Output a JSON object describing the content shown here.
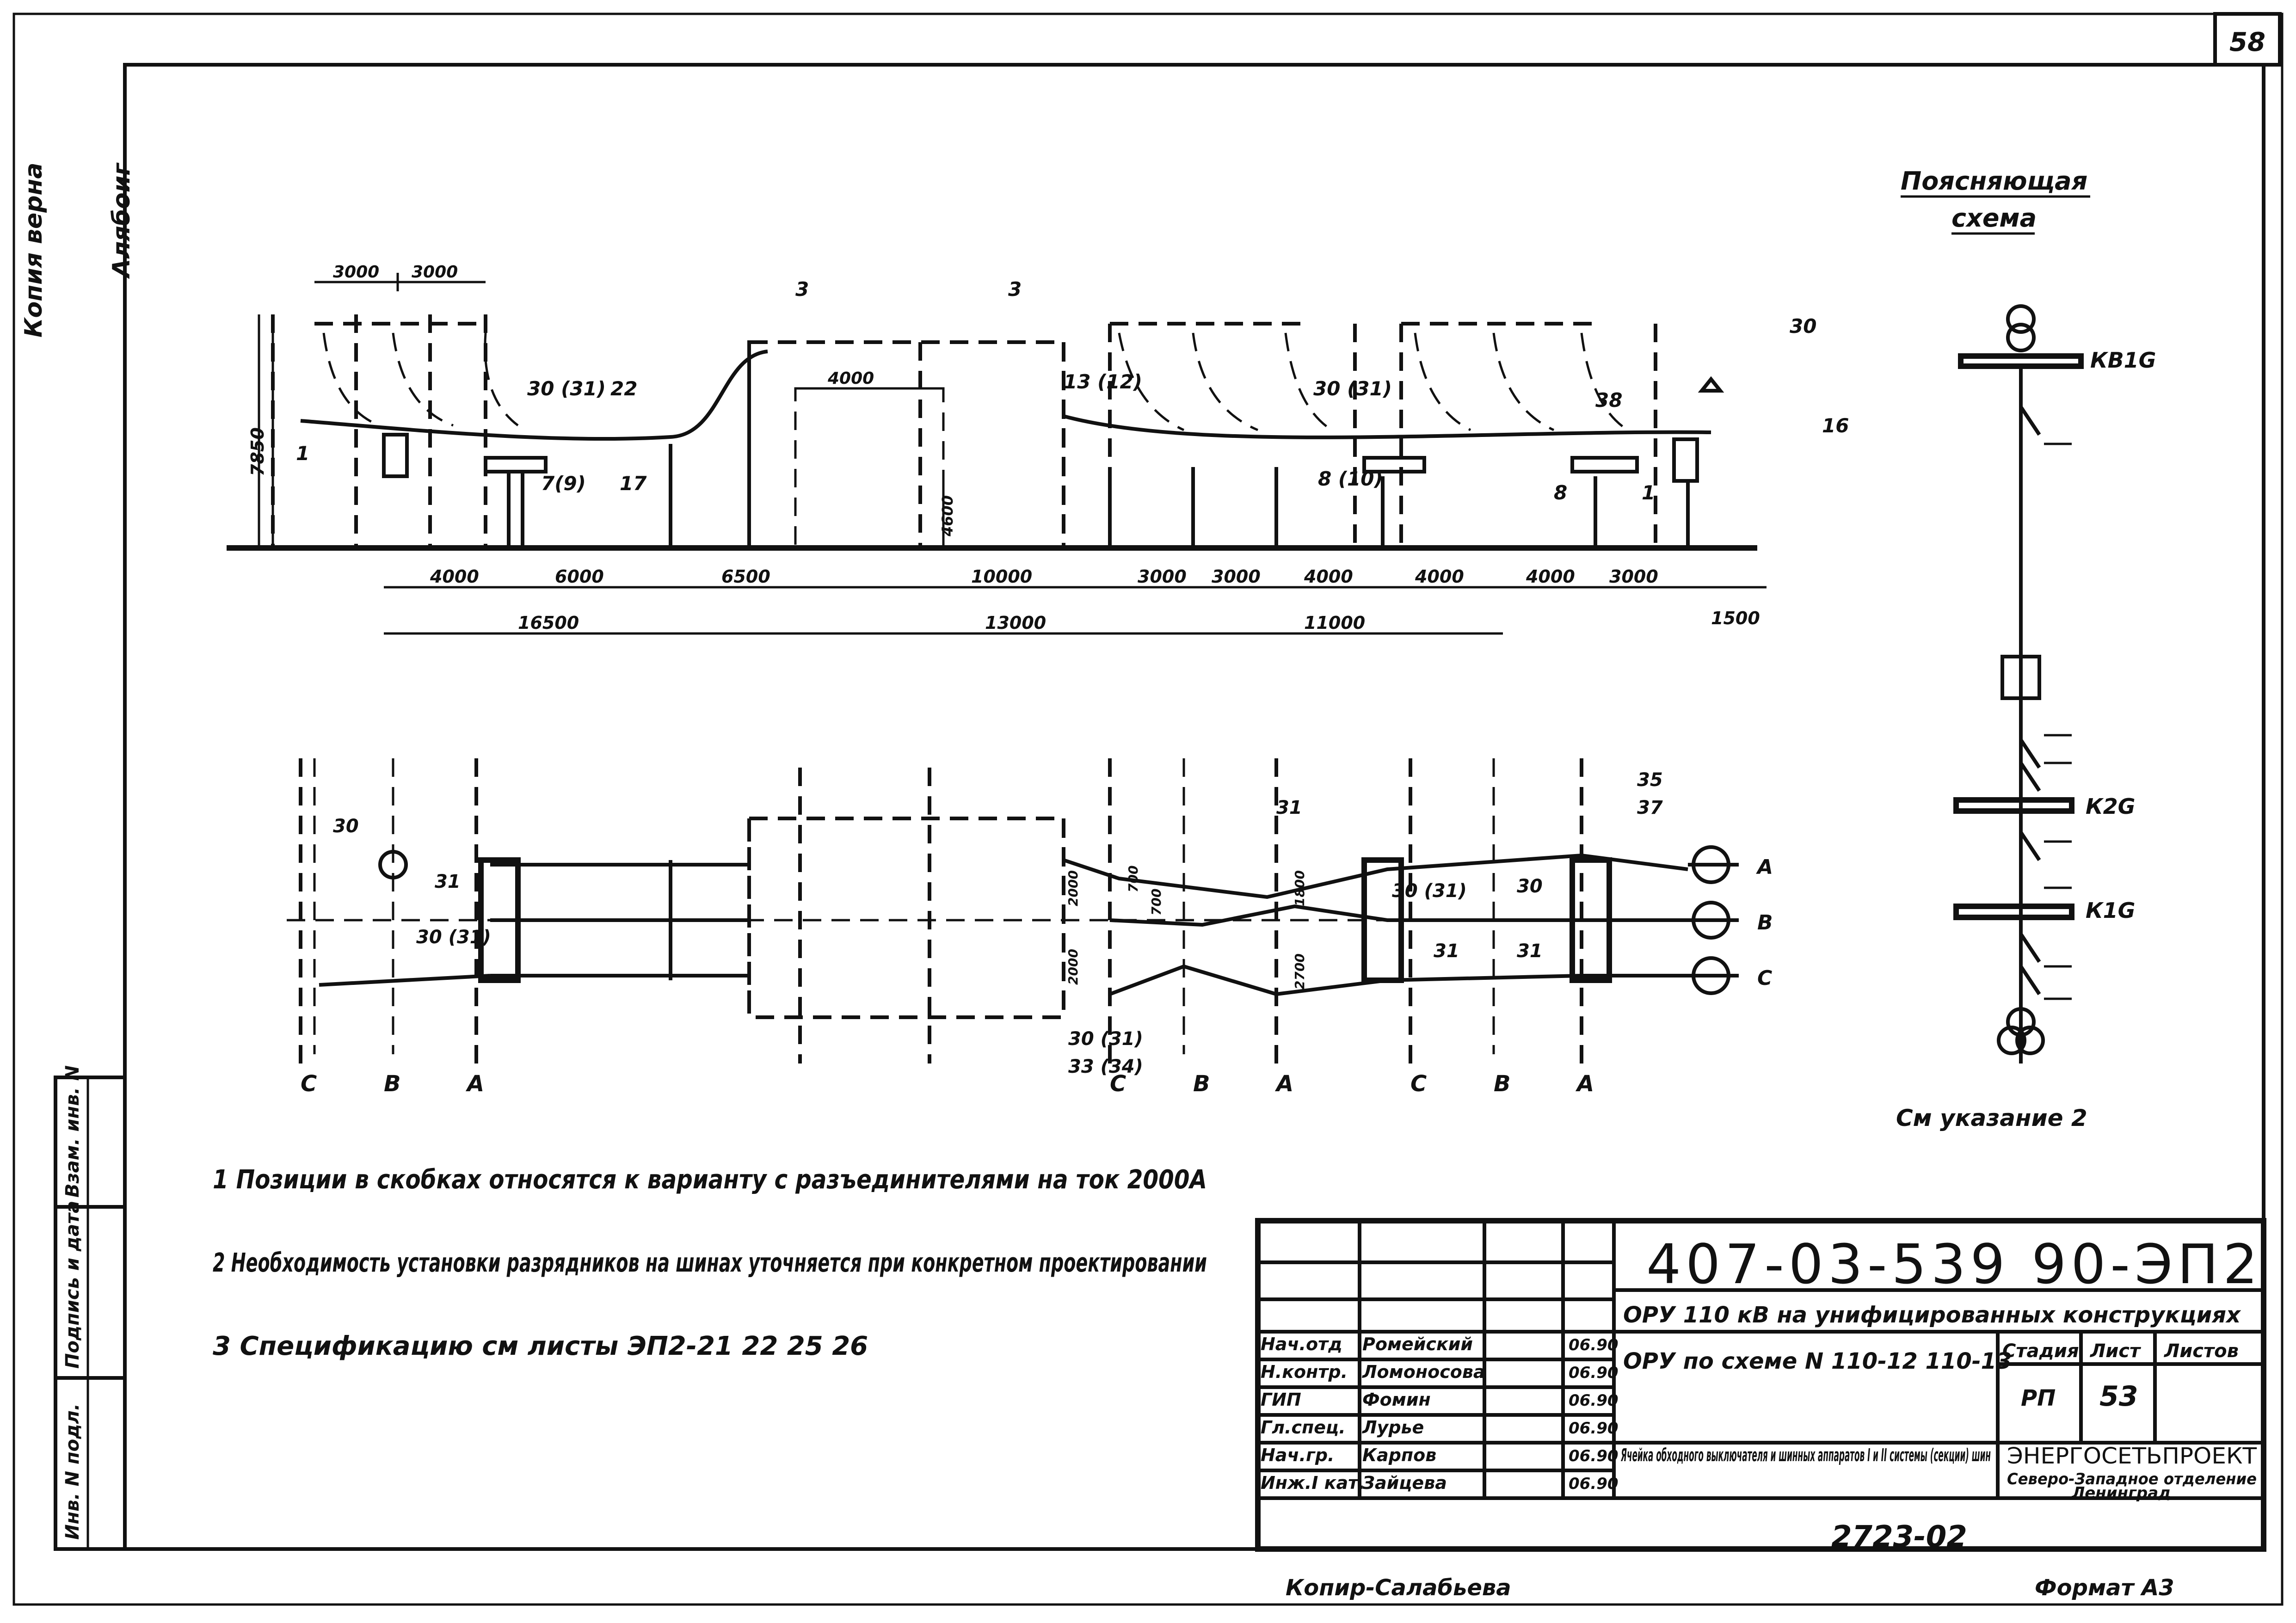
{
  "sheet": {
    "corner_number": "58",
    "side_note_1": "Копия верна",
    "side_note_2": "Алябоиг",
    "copied_by": "Копир-Салабьева",
    "format": "Формат А3",
    "inventory_number": "2723-02"
  },
  "side_stamp": {
    "labels": [
      "Инв. N подл.",
      "Подпись и дата",
      "Взам. инв. N"
    ]
  },
  "elevation": {
    "height_label": "7850",
    "top_dims": [
      "3000",
      "3000"
    ],
    "inner_dims": [
      "4000",
      "4600"
    ],
    "bottom_dims_row1": [
      "4000",
      "6000",
      "6500",
      "10000",
      "3000",
      "3000",
      "4000",
      "4000",
      "4000",
      "3000"
    ],
    "bottom_dims_row2": [
      "16500",
      "13000",
      "11000"
    ],
    "side_dim": "1500",
    "callouts": [
      "3",
      "3",
      "1",
      "30 (31)",
      "22",
      "7(9)",
      "17",
      "13 (12)",
      "30 (31)",
      "8 (10)",
      "38",
      "8",
      "1",
      "30",
      "16"
    ]
  },
  "plan": {
    "callouts": [
      "30",
      "31",
      "30 (31)",
      "2000",
      "2000",
      "700",
      "700",
      "31",
      "1800",
      "2700",
      "30 (31)",
      "31",
      "30",
      "31",
      "35",
      "37",
      "30 (31)",
      "33 (34)"
    ],
    "phases": [
      "C",
      "B",
      "A",
      "C",
      "B",
      "A",
      "C",
      "B",
      "A"
    ],
    "outgoing_phases": [
      "A",
      "B",
      "C"
    ]
  },
  "scheme": {
    "title_line1": "Поясняющая",
    "title_line2": "схема",
    "labels": [
      "КВ1G",
      "К2G",
      "К1G"
    ],
    "note": "См указание 2"
  },
  "notes": [
    "1  Позиции в скобках относятся к варианту с разъединителями на ток 2000А",
    "2  Необходимость установки разрядников на шинах уточняется при конкретном проектировании",
    "3  Спецификацию см  листы ЭП2-21 22 25 26"
  ],
  "title_block": {
    "code": "407-03-539 90-ЭП2",
    "project": "ОРУ 110 кВ на унифицированных конструкциях",
    "scheme": "ОРУ по схеме N 110-12 110-13",
    "sheet_title": "Ячейка обходного выключателя и шинных аппаратов I и II системы (секции) шин",
    "col_stage": "Стадия",
    "col_sheet": "Лист",
    "col_sheets": "Листов",
    "stage": "РП",
    "sheet_no": "53",
    "sheets_total": "",
    "org_line1": "ЭНЕРГОСЕТЬПРОЕКТ",
    "org_line2": "Северо-Западное отделение",
    "org_line3": "Ленинград",
    "staff": [
      {
        "role": "Нач.отд",
        "name": "Ромейский",
        "date": "06.90"
      },
      {
        "role": "Н.контр.",
        "name": "Ломоносова",
        "date": "06.90"
      },
      {
        "role": "ГИП",
        "name": "Фомин",
        "date": "06.90"
      },
      {
        "role": "Гл.спец.",
        "name": "Лурье",
        "date": "06.90"
      },
      {
        "role": "Нач.гр.",
        "name": "Карпов",
        "date": "06.90"
      },
      {
        "role": "Инж.I кат.",
        "name": "Зайцева",
        "date": "06.90"
      }
    ]
  }
}
